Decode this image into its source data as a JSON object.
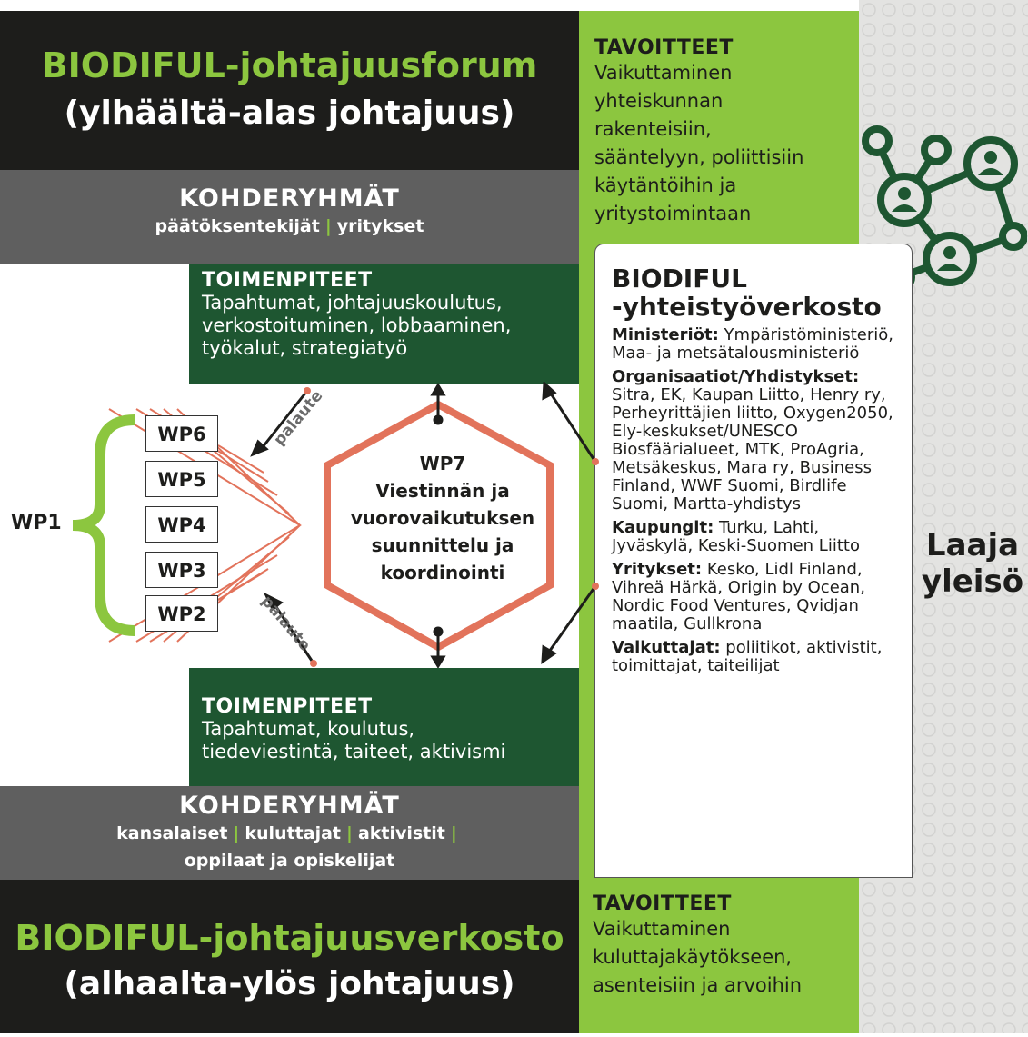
{
  "colors": {
    "lime": "#8cc63f",
    "black": "#1d1d1b",
    "dark_green": "#1e5631",
    "gray": "#5f5f5f",
    "salmon": "#e2735b",
    "light_gray": "#e3e3e1"
  },
  "top_forum": {
    "title": "BIODIFUL-johtajuusforum",
    "subtitle": "(ylhäältä-alas johtajuus)"
  },
  "top_target": {
    "heading": "KOHDERYHMÄT",
    "items": [
      "päätöksentekijät",
      "yritykset"
    ],
    "separator": "|"
  },
  "top_goals": {
    "heading": "TAVOITTEET",
    "lines": [
      "Vaikuttaminen",
      "yhteiskunnan",
      "rakenteisiin,",
      "sääntelyyn, poliittisiin",
      "käytäntöihin ja",
      "yritystoimintaan"
    ]
  },
  "top_actions": {
    "heading": "TOIMENPITEET",
    "lines": [
      "Tapahtumat, johtajuuskoulutus,",
      "verkostoituminen, lobbaaminen,",
      "työkalut, strategiatyö"
    ]
  },
  "network": {
    "title_lines": [
      "BIODIFUL",
      "-yhteistyöverkosto"
    ],
    "sections": [
      {
        "label": "Ministeriöt:",
        "text": "Ympäristöministeriö, Maa- ja metsätalousministeriö"
      },
      {
        "label": "Organisaatiot/Yhdistykset:",
        "text": "Sitra, EK, Kaupan Liitto, Henry ry, Perheyrittäjien liitto, Oxygen2050, Ely-keskukset/UNESCO Biosfäärialueet, MTK, ProAgria, Metsäkeskus, Mara ry, Business Finland, WWF Suomi, Birdlife Suomi, Martta-yhdistys"
      },
      {
        "label": "Kaupungit:",
        "text": "Turku, Lahti, Jyväskylä, Keski-Suomen Liitto"
      },
      {
        "label": "Yritykset:",
        "text": "Kesko, Lidl Finland, Vihreä Härkä, Origin by Ocean, Nordic Food Ventures, Qvidjan maatila, Gullkrona"
      },
      {
        "label": "Vaikuttajat:",
        "text": "poliitikot, aktivistit, toimittajat, taiteilijat"
      }
    ]
  },
  "wp_list": [
    "WP6",
    "WP5",
    "WP4",
    "WP3",
    "WP2"
  ],
  "wp1": "WP1",
  "wp7": {
    "code": "WP7",
    "lines": [
      "Viestinnän ja",
      "vuorovaikutuksen",
      "suunnittelu ja",
      "koordinointi"
    ]
  },
  "feedback": "palaute",
  "bottom_actions": {
    "heading": "TOIMENPITEET",
    "lines": [
      "Tapahtumat, koulutus,",
      "tiedeviestintä, taiteet, aktivismi"
    ]
  },
  "bottom_target": {
    "heading": "KOHDERYHMÄT",
    "line1": [
      "kansalaiset",
      "kuluttajat",
      "aktivistit"
    ],
    "line2": "oppilaat ja opiskelijat",
    "separator": "|"
  },
  "bottom_goals": {
    "heading": "TAVOITTEET",
    "lines": [
      "Vaikuttaminen",
      "kuluttajakäytökseen,",
      "asenteisiin ja arvoihin"
    ]
  },
  "bottom_forum": {
    "title": "BIODIFUL-johtajuusverkosto",
    "subtitle": "(alhaalta-ylös johtajuus)"
  },
  "audience": {
    "lines": [
      "Laaja",
      "yleisö"
    ]
  },
  "icons": [
    "network-people-icon"
  ]
}
